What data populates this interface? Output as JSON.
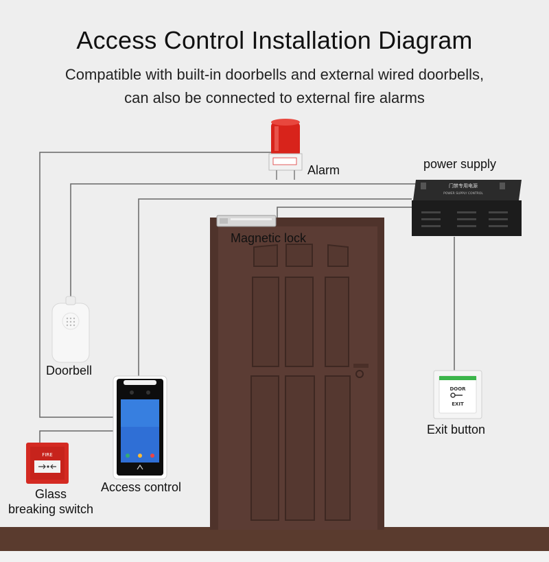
{
  "header": {
    "title": "Access Control Installation Diagram",
    "subtitle_line1": "Compatible with built-in doorbells and external wired doorbells,",
    "subtitle_line2": "can also be connected to external fire alarms"
  },
  "components": {
    "alarm": "Alarm",
    "power_supply": "power supply",
    "magnetic_lock": "Magnetic lock",
    "doorbell": "Doorbell",
    "exit_button": "Exit button",
    "access_control": "Access control",
    "glass_line1": "Glass",
    "glass_line2": "breaking switch"
  },
  "device_text": {
    "fire": "FIRE",
    "door": "DOOR",
    "exit": "EXIT",
    "psu_cn": "门禁专用电源",
    "psu_en": "POWER SUPPLY CONTROL"
  },
  "colors": {
    "wire": "#666666",
    "door": "#5b3c34",
    "floor": "#5a3b2e",
    "alarm_red": "#d8231b",
    "fire_red": "#d42a22"
  }
}
